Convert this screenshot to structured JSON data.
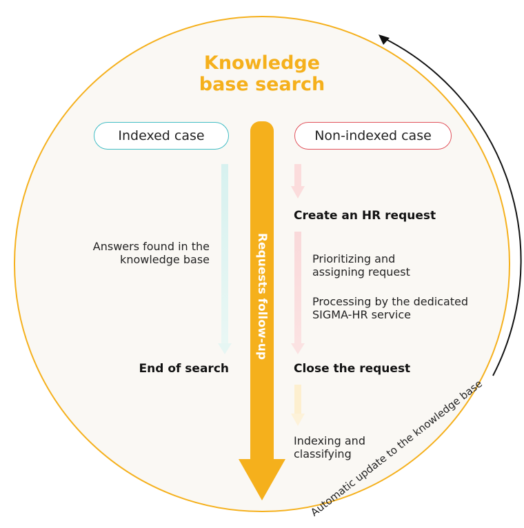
{
  "diagram": {
    "title_line1": "Knowledge",
    "title_line2": "base search",
    "indexed_case": "Indexed case",
    "non_indexed_case": "Non-indexed case",
    "answers_line1": "Answers found in the",
    "answers_line2": "knowledge base",
    "end_of_search": "End of search",
    "create_request": "Create an HR request",
    "prioritizing_line1": "Prioritizing and",
    "prioritizing_line2": "assigning request",
    "processing_line1": "Processing by the dedicated",
    "processing_line2": "SIGMA-HR service",
    "close_request": "Close the request",
    "indexing_line1": "Indexing and",
    "indexing_line2": "classifying",
    "follow_up": "Requests follow-up",
    "auto_update": "Automatic update to the knowledge base"
  },
  "colors": {
    "accent_yellow": "#f5b01c",
    "teal": "#3fbcc4",
    "red": "#e0505a",
    "circle_fill": "#faf8f4"
  }
}
